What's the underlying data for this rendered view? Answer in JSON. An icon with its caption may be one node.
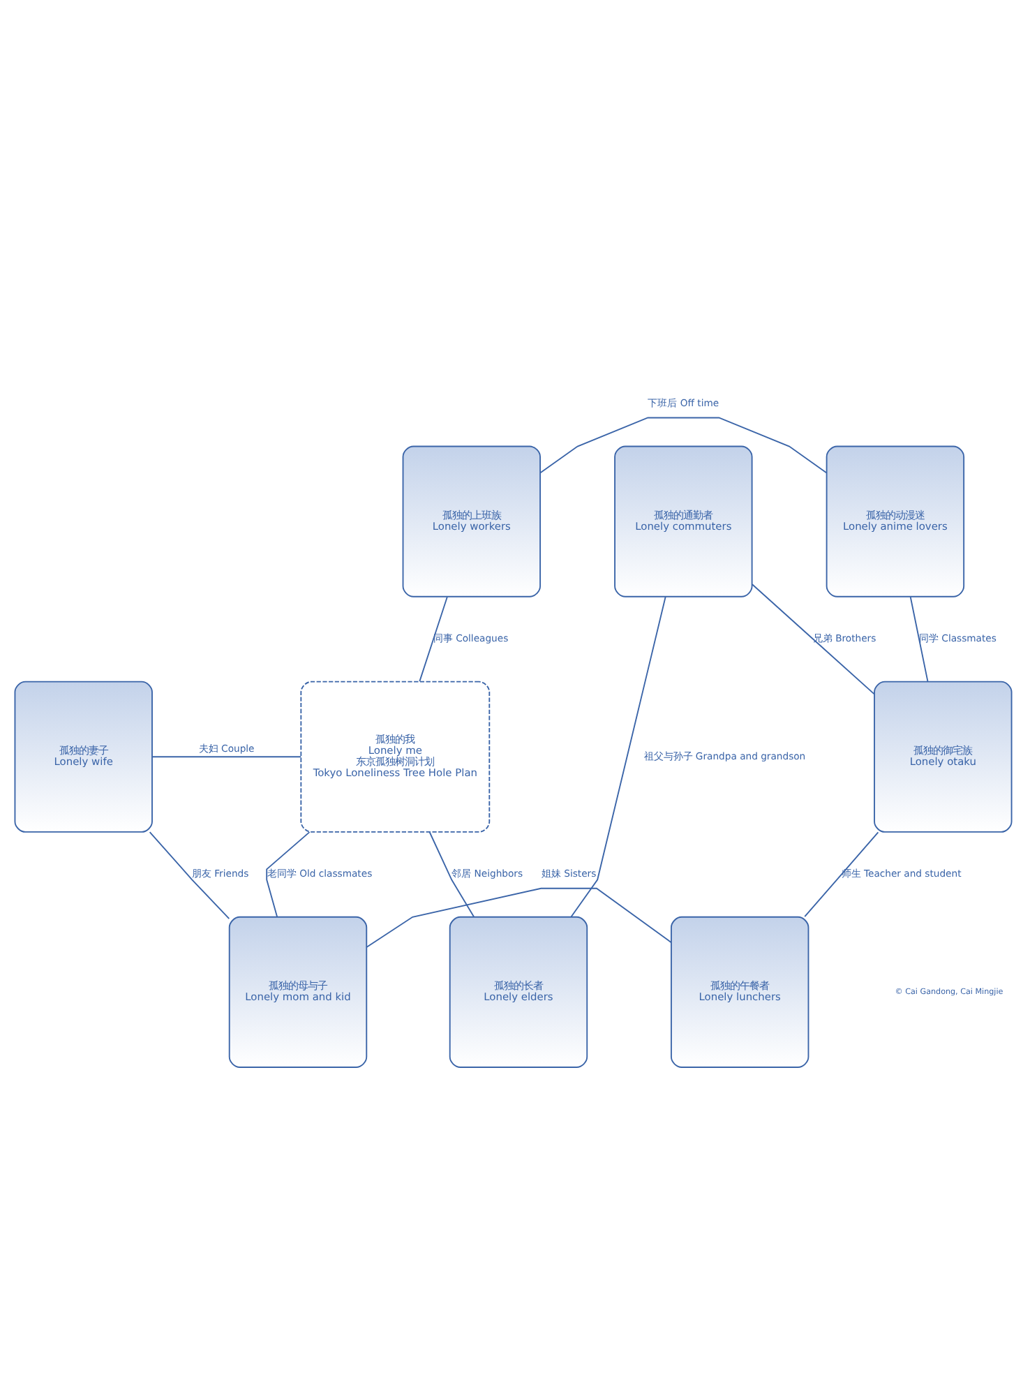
{
  "diagram": {
    "nodes": [
      {
        "text": [
          "孤独的上班族",
          "Lonely workers"
        ]
      },
      {
        "text": [
          "孤独的动漫迷",
          "Lonely anime lovers"
        ]
      },
      {
        "text": [
          "孤独的通勤者",
          "Lonely commuters"
        ]
      },
      {
        "text": [
          "孤独的妻子",
          "Lonely wife"
        ]
      },
      {
        "text": [
          "孤独的我",
          "Lonely me",
          "东京孤独树洞计划",
          "Tokyo Loneliness Tree Hole Plan"
        ]
      },
      {
        "text": [
          "孤独的御宅族",
          "Lonely otaku"
        ]
      },
      {
        "text": [
          "孤独的母与子",
          "Lonely mom and kid"
        ]
      },
      {
        "text": [
          "孤独的午餐者",
          "Lonely lunchers"
        ]
      },
      {
        "text": [
          "孤独的长者",
          "Lonely elders"
        ]
      }
    ],
    "edges": [
      {
        "from": 0,
        "to": 1,
        "arrow": "none",
        "label": "下班后 Off time"
      },
      {
        "from": 0,
        "to": 4,
        "arrow": "none",
        "label": "同事 Colleagues"
      },
      {
        "from": 1,
        "to": 5,
        "arrow": "none",
        "label": "同学 Classmates"
      },
      {
        "from": 2,
        "to": 5,
        "arrow": "none",
        "label": "兄弟 Brothers"
      },
      {
        "from": 2,
        "to": 8,
        "arrow": "none",
        "label": "祖父与孙子 Grandpa and grandson"
      },
      {
        "from": 3,
        "to": 6,
        "arrow": "none",
        "label": "朋友 Friends"
      },
      {
        "from": 3,
        "to": 4,
        "arrow": "none",
        "label": "夫妇 Couple"
      },
      {
        "from": 7,
        "to": 5,
        "arrow": "none",
        "label": "师生 Teacher and student"
      },
      {
        "from": 4,
        "to": 6,
        "arrow": "none",
        "label": "老同学 Old classmates"
      },
      {
        "from": 4,
        "to": 8,
        "arrow": "none",
        "label": "邻居 Neighbors"
      },
      {
        "from": 6,
        "to": 7,
        "arrow": "none",
        "label": "姐妹 Sisters"
      }
    ],
    "labels": [
      "© Cai Gandong, Cai Mingjie"
    ]
  }
}
